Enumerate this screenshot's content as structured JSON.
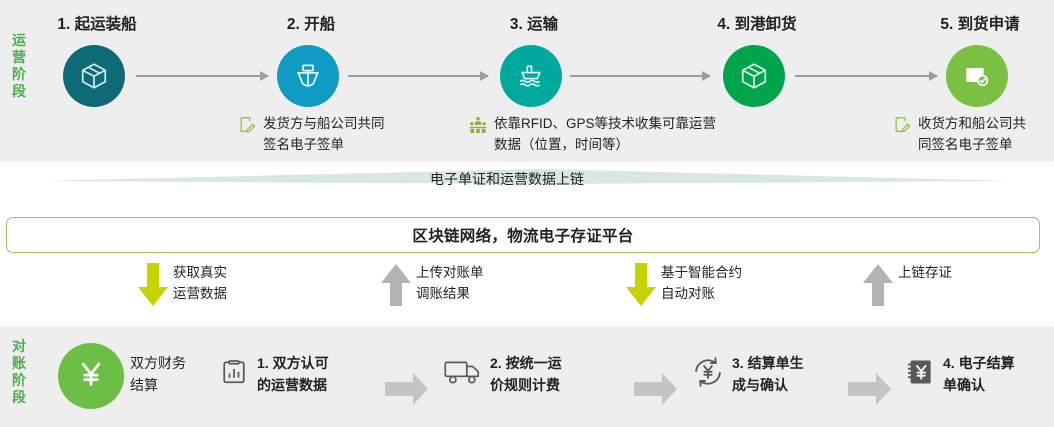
{
  "operations": {
    "side_label": "运营阶段",
    "side_label_color": "#4cae4c",
    "background": "#eeeeee",
    "steps": [
      {
        "title": "1. 起运装船",
        "icon": "box-3d-icon",
        "circle_color": "#0d6b78",
        "note": "",
        "note_icon": ""
      },
      {
        "title": "2. 开船",
        "icon": "ship-front-icon",
        "circle_color": "#0f9bc4",
        "note": "发货方与船公司共同\n签名电子签单",
        "note_icon": "signed-document-icon"
      },
      {
        "title": "3. 运输",
        "icon": "ship-sailing-icon",
        "circle_color": "#00a99d",
        "note": "依靠RFID、GPS等技术收集可靠运营\n数据（位置，时间等）",
        "note_icon": "people-network-icon"
      },
      {
        "title": "4. 到港卸货",
        "icon": "box-3d-icon",
        "circle_color": "#00a44b",
        "note": "",
        "note_icon": ""
      },
      {
        "title": "5. 到货申请",
        "icon": "document-check-icon",
        "circle_color": "#7ac143",
        "note": "收货方和船公司共\n同签名电子签单",
        "note_icon": "signed-document-icon"
      }
    ]
  },
  "middle": {
    "ribbon_text": "电子单证和运营数据上链",
    "ribbon_color": "#d6e7e4",
    "chain_bar_text": "区块链网络，物流电子存证平台",
    "chain_bar_border": "#a3c161",
    "flows": [
      {
        "label": "获取真实\n运营数据",
        "direction": "down",
        "color": "#c7d300"
      },
      {
        "label": "上传对账单\n调账结果",
        "direction": "up",
        "color": "#b3b3b3"
      },
      {
        "label": "基于智能合约\n自动对账",
        "direction": "down",
        "color": "#c7d300"
      },
      {
        "label": "上链存证",
        "direction": "up",
        "color": "#b3b3b3"
      }
    ]
  },
  "reconciliation": {
    "side_label": "对账阶段",
    "side_label_color": "#4cae4c",
    "background": "#eeeeee",
    "lead": {
      "icon": "yen-circle-icon",
      "circle_color": "#6cbe45",
      "label": "双方财务\n结算"
    },
    "steps": [
      {
        "label": "1. 双方认可\n的运营数据",
        "icon": "clipboard-chart-icon"
      },
      {
        "label": "2. 按统一运\n价规则计费",
        "icon": "truck-icon"
      },
      {
        "label": "3. 结算单生\n成与确认",
        "icon": "yen-refresh-icon"
      },
      {
        "label": "4. 电子结算\n单确认",
        "icon": "yen-ledger-icon"
      }
    ],
    "arrow_color": "#c4c4c4"
  }
}
